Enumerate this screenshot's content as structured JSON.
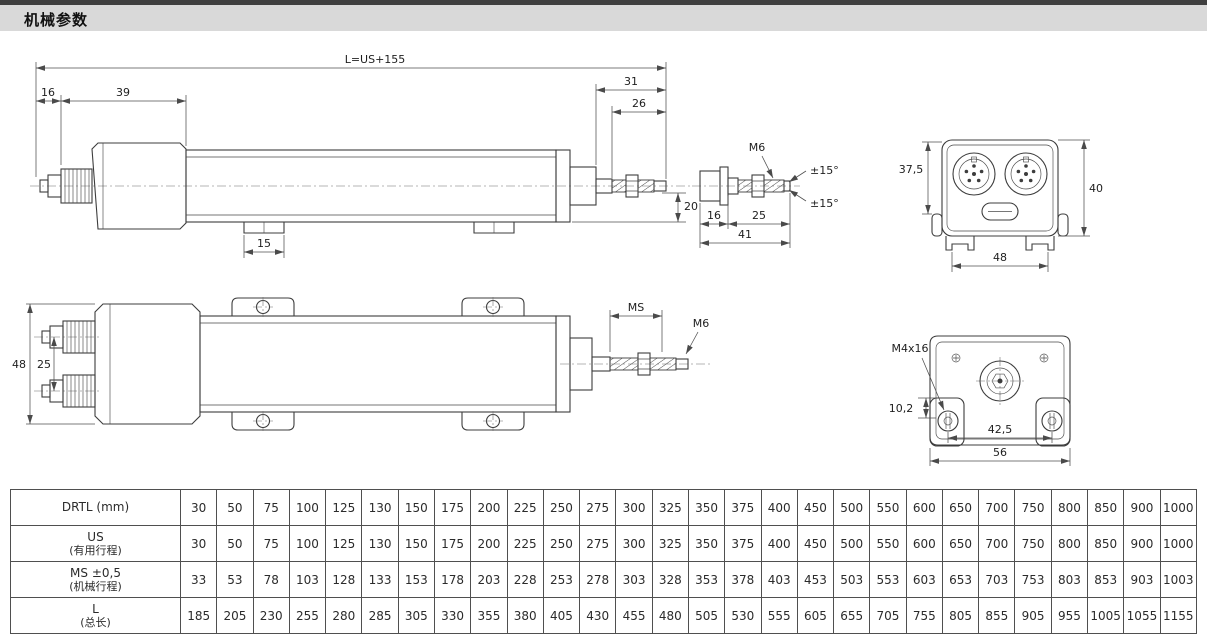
{
  "header": {
    "title": "机械参数"
  },
  "drawings": {
    "side_view": {
      "dim_total_length": "L=US+155",
      "dim_front_16": "16",
      "dim_head_39": "39",
      "dim_rod_31": "31",
      "dim_rod_26": "26",
      "dim_rod_20": "20",
      "dim_clamp_15": "15"
    },
    "rod_tip_detail": {
      "thread_label": "M6",
      "angle_top": "±15°",
      "angle_bottom": "±15°",
      "dim_16": "16",
      "dim_25": "25",
      "dim_41": "41"
    },
    "front_view": {
      "dim_height_left": "37,5",
      "dim_height_right": "40",
      "dim_width_48": "48"
    },
    "top_view": {
      "dim_width_48": "48",
      "dim_connector_25": "25",
      "stroke_label": "MS",
      "thread_label": "M6"
    },
    "rear_view": {
      "screw_label": "M4x16",
      "dim_10_2": "10,2",
      "dim_42_5": "42,5",
      "dim_56": "56"
    }
  },
  "table": {
    "rows": [
      {
        "label": "DRTL (mm)",
        "label2": "",
        "values": [
          "30",
          "50",
          "75",
          "100",
          "125",
          "130",
          "150",
          "175",
          "200",
          "225",
          "250",
          "275",
          "300",
          "325",
          "350",
          "375",
          "400",
          "450",
          "500",
          "550",
          "600",
          "650",
          "700",
          "750",
          "800",
          "850",
          "900",
          "1000"
        ]
      },
      {
        "label": "US",
        "label2": "(有用行程)",
        "values": [
          "30",
          "50",
          "75",
          "100",
          "125",
          "130",
          "150",
          "175",
          "200",
          "225",
          "250",
          "275",
          "300",
          "325",
          "350",
          "375",
          "400",
          "450",
          "500",
          "550",
          "600",
          "650",
          "700",
          "750",
          "800",
          "850",
          "900",
          "1000"
        ]
      },
      {
        "label": "MS ±0,5",
        "label2": "(机械行程)",
        "values": [
          "33",
          "53",
          "78",
          "103",
          "128",
          "133",
          "153",
          "178",
          "203",
          "228",
          "253",
          "278",
          "303",
          "328",
          "353",
          "378",
          "403",
          "453",
          "503",
          "553",
          "603",
          "653",
          "703",
          "753",
          "803",
          "853",
          "903",
          "1003"
        ]
      },
      {
        "label": "L",
        "label2": "(总长)",
        "values": [
          "185",
          "205",
          "230",
          "255",
          "280",
          "285",
          "305",
          "330",
          "355",
          "380",
          "405",
          "430",
          "455",
          "480",
          "505",
          "530",
          "555",
          "605",
          "655",
          "705",
          "755",
          "805",
          "855",
          "905",
          "955",
          "1005",
          "1055",
          "1155"
        ]
      }
    ]
  }
}
